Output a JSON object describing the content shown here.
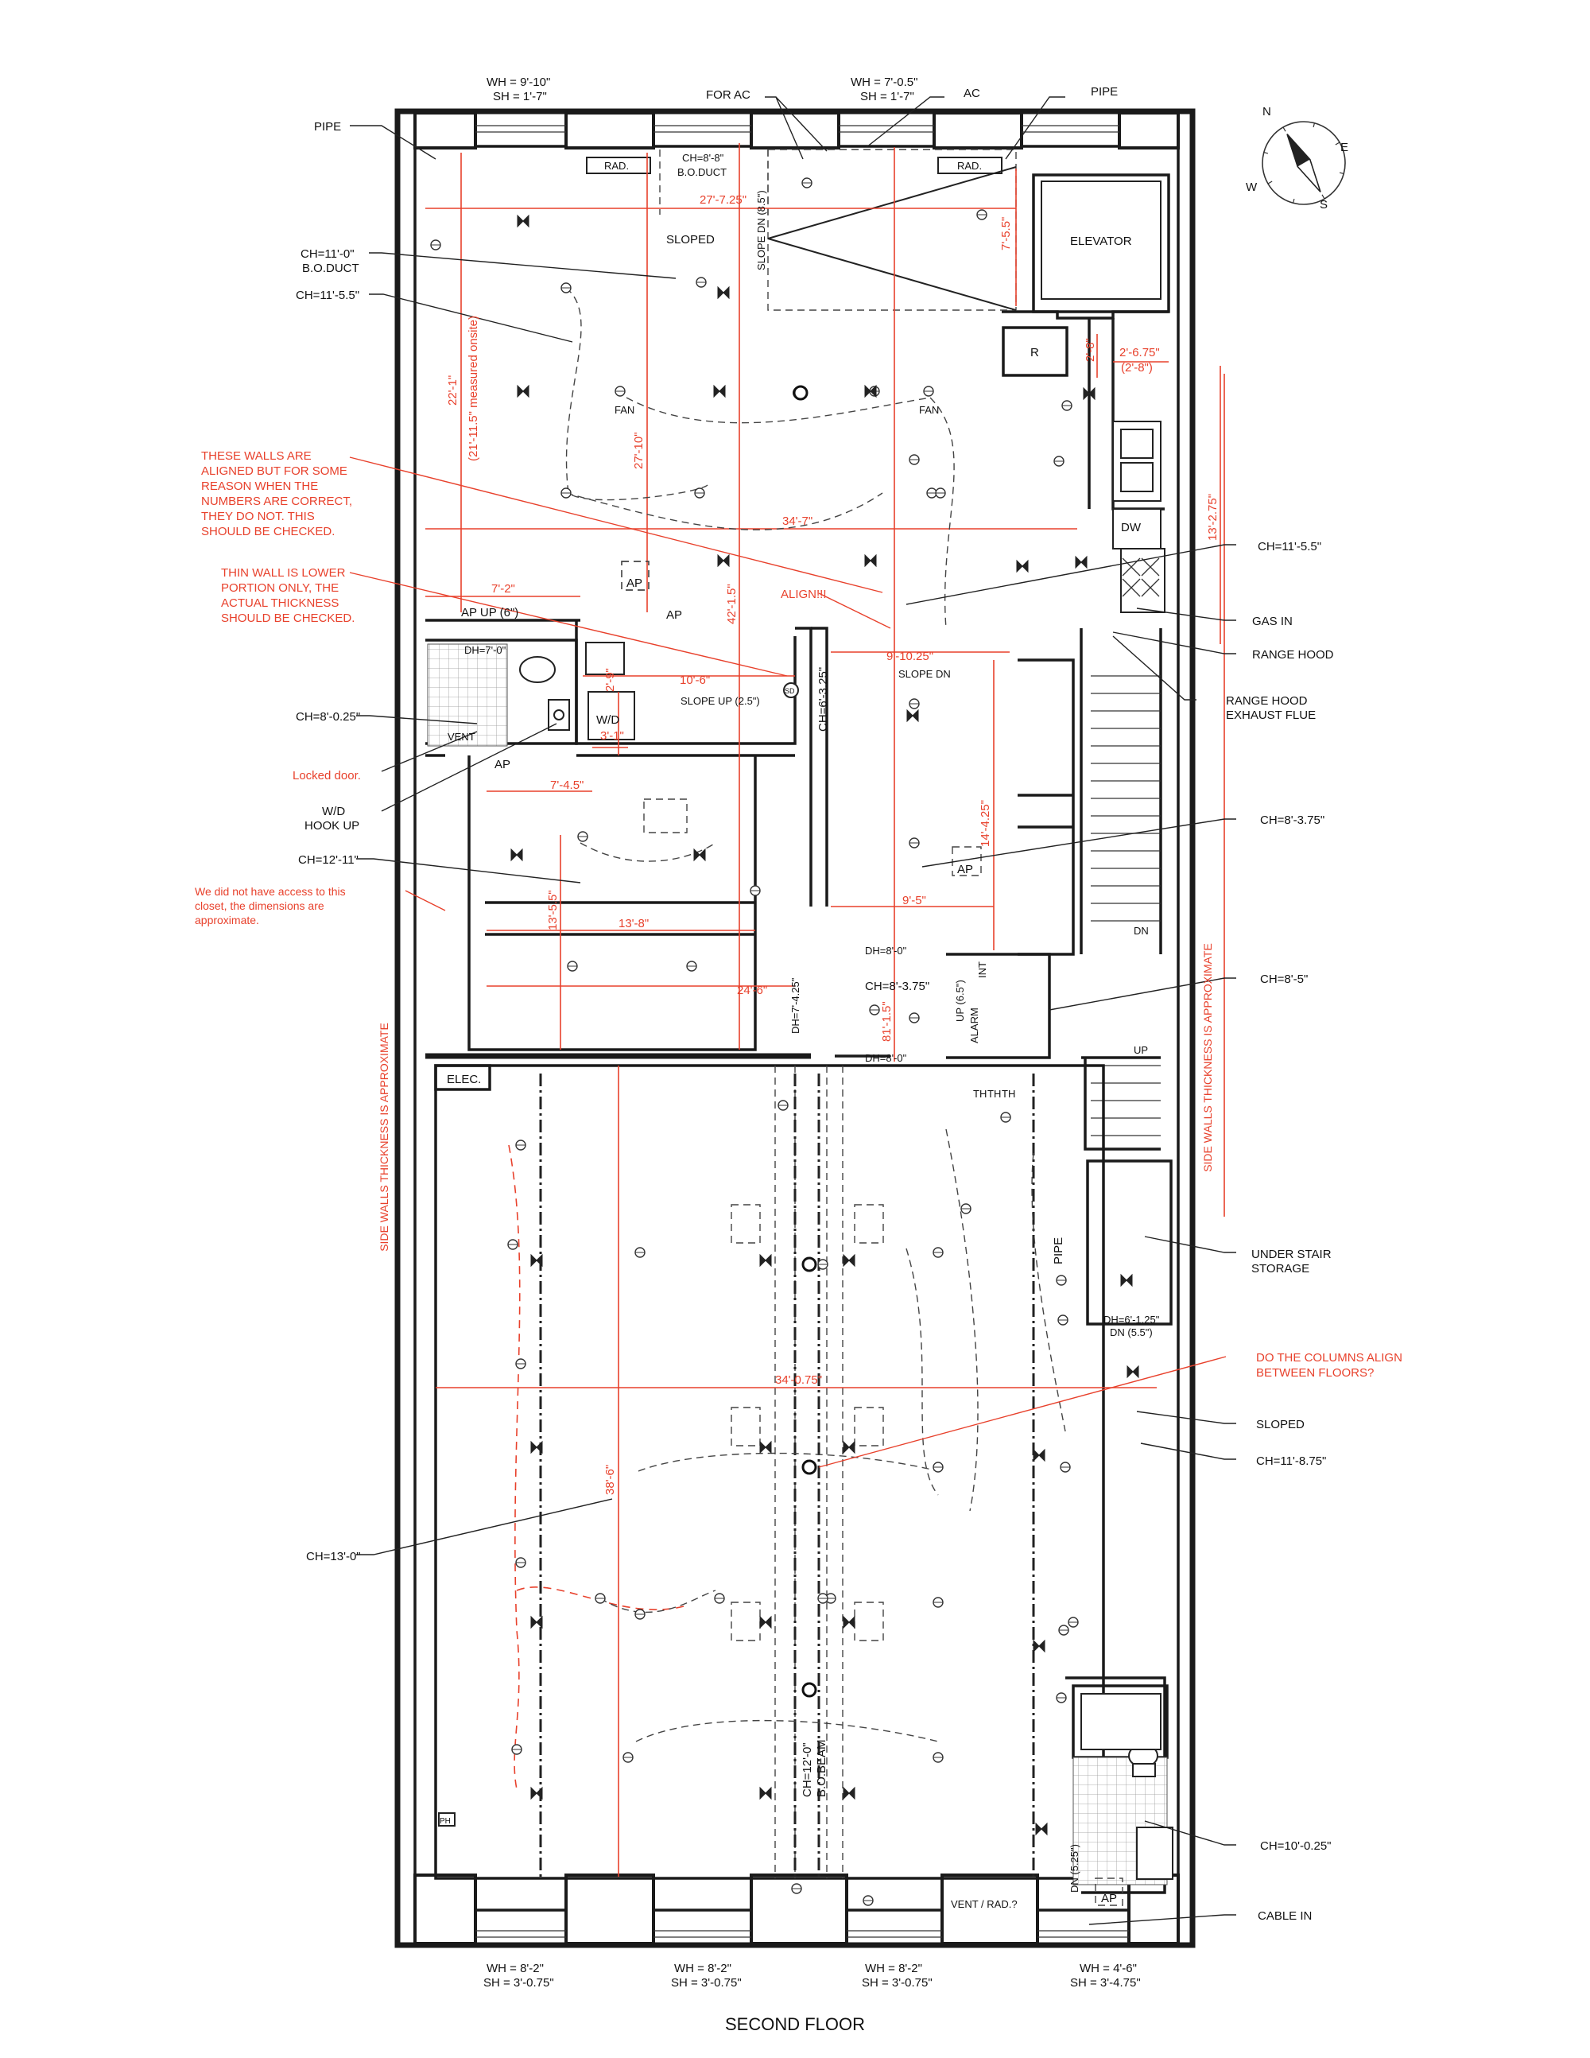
{
  "drawing_title": "SECOND FLOOR",
  "top_windows": [
    {
      "wh": "WH = 9'-10\"",
      "sh": "SH = 1'-7\""
    },
    {
      "wh": "WH = 7'-0.5\"",
      "sh": "SH = 1'-7\""
    }
  ],
  "bottom_windows": [
    {
      "wh": "WH = 8'-2\"",
      "sh": "SH = 3'-0.75\""
    },
    {
      "wh": "WH = 8'-2\"",
      "sh": "SH = 3'-0.75\""
    },
    {
      "wh": "WH = 8'-2\"",
      "sh": "SH = 3'-0.75\""
    },
    {
      "wh": "WH = 4'-6\"",
      "sh": "SH = 3'-4.75\""
    }
  ],
  "compass": {
    "n": "N",
    "s": "S",
    "e": "E",
    "w": "W"
  },
  "labels_left": {
    "pipe": "PIPE",
    "ch_11_0": "CH=11'-0\"",
    "bo_duct": "B.O.DUCT",
    "ch_11_55": "CH=11'-5.5\"",
    "ch_8_025": "CH=8'-0.25\"",
    "wd_hookup_1": "W/D",
    "wd_hookup_2": "HOOK UP",
    "ch_12_11": "CH=12'-11\"",
    "ch_13_0": "CH=13'-0\""
  },
  "labels_top": {
    "for_ac": "FOR AC",
    "ac": "AC",
    "pipe": "PIPE"
  },
  "labels_right": {
    "ch_11_55": "CH=11'-5.5\"",
    "gas_in": "GAS IN",
    "range_hood": "RANGE HOOD",
    "range_hood_flue_1": "RANGE HOOD",
    "range_hood_flue_2": "EXHAUST FLUE",
    "ch_8_375": "CH=8'-3.75\"",
    "ch_8_5": "CH=8'-5\"",
    "under_stair_1": "UNDER STAIR",
    "under_stair_2": "STORAGE",
    "sloped": "SLOPED",
    "ch_11_875": "CH=11'-8.75\"",
    "ch_10_025": "CH=10'-0.25\"",
    "cable_in": "CABLE IN"
  },
  "red_notes": {
    "aligned_walls": [
      "THESE WALLS ARE",
      "ALIGNED BUT FOR SOME",
      "REASON WHEN THE",
      "NUMBERS ARE CORRECT,",
      "THEY DO NOT. THIS",
      "SHOULD BE CHECKED."
    ],
    "thin_wall": [
      "THIN WALL IS LOWER",
      "PORTION ONLY, THE",
      "ACTUAL THICKNESS",
      "SHOULD BE CHECKED."
    ],
    "locked_door": "Locked door.",
    "closet": [
      "We did not have access to this",
      "closet, the dimensions are",
      "approximate."
    ],
    "columns_align": [
      "DO THE COLUMNS ALIGN",
      "BETWEEN FLOORS?"
    ],
    "side_walls": "SIDE WALLS THICKNESS IS APPROXIMATE",
    "align": "ALIGN!!!"
  },
  "room_labels": {
    "rad_1": "RAD.",
    "rad_2": "RAD.",
    "ch_8_8": "CH=8'-8\"",
    "bo_duct": "B.O.DUCT",
    "sloped": "SLOPED",
    "slope_dn_85": "SLOPE DN (8.5\")",
    "elevator": "ELEVATOR",
    "r": "R",
    "fan_1": "FAN",
    "fan_2": "FAN",
    "dw": "DW",
    "ap_1": "AP",
    "ap_2": "AP",
    "ap_up": "AP UP (6\")",
    "dh_7_0": "DH=7'-0\"",
    "vent": "VENT",
    "wd": "W/D",
    "slope_up": "SLOPE UP (2.5\")",
    "slope_dn": "SLOPE DN",
    "ch_6_325": "CH=6'-3.25\"",
    "ap_3": "AP",
    "ap_4": "AP",
    "dh_8_0a": "DH=8'-0\"",
    "ch_8_375": "CH=8'-3.75\"",
    "dh_7_425": "DH=7'-4.25\"",
    "dh_8_0b": "DH=8'-0\"",
    "int": "INT",
    "up_65": "UP (6.5\")",
    "alarm": "ALARM",
    "th1": "TH",
    "th2": "TH",
    "th3": "TH",
    "dn": "DN",
    "up": "UP",
    "elec": "ELEC.",
    "pipe_v": "PIPE",
    "dh_6_125": "DH=6'-1.25\"",
    "dn_55": "DN (5.5\")",
    "ch_12_0": "CH=12'-0\"",
    "bo_beam": "B.O.BEAM",
    "ph": "PH",
    "vent_rad": "VENT / RAD.?",
    "dn_525": "DN (5.25\")",
    "ap_5": "AP",
    "sd": "SD"
  },
  "dimensions": {
    "d_27_725": "27'-7.25\"",
    "d_7_55": "7'-5.5\"",
    "d_22_1": "22'-1\"",
    "d_21_115": "(21'-11.5\" measured onsite)",
    "d_27_10": "27'-10\"",
    "d_2_8": "2'-8\"",
    "d_2_675": "2'-6.75\"",
    "d_2_8b": "(2'-8\")",
    "d_13_275": "13'-2.75\"",
    "d_34_7": "34'-7\"",
    "d_7_2": "7'-2\"",
    "d_42_15": "42'-1.5\"",
    "d_2_9": "2'-9\"",
    "d_10_6": "10'-6\"",
    "d_9_1025": "9'-10.25\"",
    "d_3_1": "3'-1\"",
    "d_7_45": "7'-4.5\"",
    "d_14_425": "14'-4.25\"",
    "d_13_55": "13'-5.5\"",
    "d_9_5": "9'-5\"",
    "d_13_8": "13'-8\"",
    "d_24_6": "24'-6\"",
    "d_8_15": "81'-1.5\"",
    "d_34_075": "34'-0.75\"",
    "d_38_6": "38'-6\""
  }
}
